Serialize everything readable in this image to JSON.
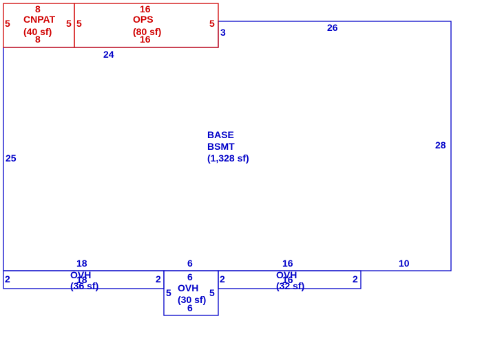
{
  "colors": {
    "structure": "#0000c8",
    "addition": "#d00000"
  },
  "base": {
    "name": "BASE",
    "code": "BSMT",
    "area": "(1,328 sf)",
    "dims": {
      "top": "26",
      "left_top": "24",
      "step": "3",
      "right": "28",
      "left": "25",
      "bottom_right": "10"
    }
  },
  "cnpat": {
    "name": "CNPAT",
    "area": "(40 sf)",
    "dims": {
      "top": "8",
      "bottom": "8",
      "left": "5",
      "right": "5"
    }
  },
  "ops": {
    "name": "OPS",
    "area": "(80 sf)",
    "dims": {
      "top": "16",
      "bottom": "16",
      "left": "5",
      "right": "5"
    }
  },
  "ovh_left": {
    "name": "OVH",
    "area": "(36 sf)",
    "dims": {
      "top": "18",
      "bottom": "18",
      "left": "2",
      "right": "2"
    }
  },
  "ovh_center": {
    "name": "OVH",
    "area": "(30 sf)",
    "dims": {
      "top": "6",
      "bottom": "6",
      "left": "5",
      "right": "5"
    }
  },
  "ovh_right": {
    "name": "OVH",
    "area": "(32 sf)",
    "dims": {
      "top": "16",
      "bottom": "16",
      "left": "2",
      "right": "2"
    }
  }
}
